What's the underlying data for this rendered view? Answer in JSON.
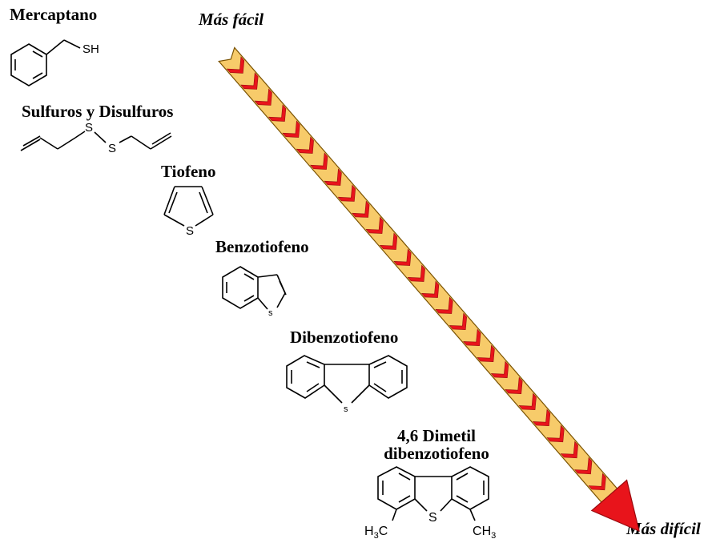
{
  "compounds": [
    {
      "label": "Mercaptano"
    },
    {
      "label": "Sulfuros y Disulfuros"
    },
    {
      "label": "Tiofeno"
    },
    {
      "label": "Benzotiofeno"
    },
    {
      "label": "Dibenzotiofeno"
    },
    {
      "label_line1": "4,6 Dimetil",
      "label_line2": "dibenzotiofeno"
    }
  ],
  "atoms": {
    "sh": "SH",
    "s": "S",
    "s_small": "s",
    "methyl_left": "H3C",
    "methyl_right": "CH3"
  },
  "arrow": {
    "start_label": "Más fácil",
    "end_label": "Más difícil",
    "body_color": "#F7CB6A",
    "chevron_color": "#E8141B",
    "outline_color": "#7A5200"
  }
}
